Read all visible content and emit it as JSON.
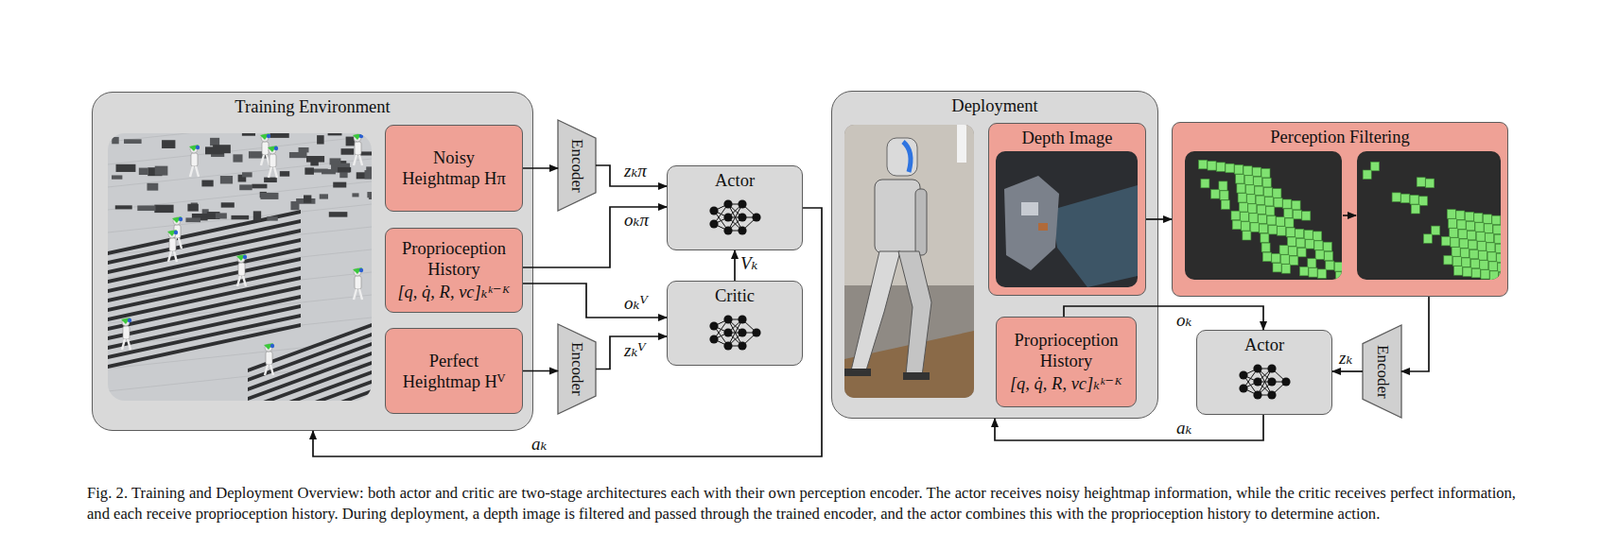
{
  "diagram": {
    "caption": "Fig. 2. Training and Deployment Overview: both actor and critic are two-stage architectures each with their own perception encoder. The actor receives noisy heightmap information, while the critic receives perfect information, and each receive proprioception history. During deployment, a depth image is filtered and passed through the trained encoder, and the actor combines this with the proprioception history to determine action.",
    "nodes": [
      {
        "text": [
          "Training Environment"
        ]
      },
      {
        "text": [
          "Noisy Heightmap Hπ"
        ],
        "in": 0
      },
      {
        "text": [
          "Proprioception History",
          "[q, q̇, R, vc]ₖᵏ⁻ᴷ"
        ],
        "in": 0
      },
      {
        "text": [
          "Perfect Heightmap Hⱽ"
        ],
        "in": 0
      },
      {
        "text": [
          "Encoder"
        ]
      },
      {
        "text": [
          "Encoder"
        ]
      },
      {
        "text": [
          "Actor"
        ]
      },
      {
        "text": [
          "Critic"
        ]
      },
      {
        "text": [
          "Deployment"
        ]
      },
      {
        "text": [
          "Depth Image"
        ],
        "in": 8
      },
      {
        "text": [
          "Proprioception History",
          "[q, q̇, R, vc]ₖᵏ⁻ᴷ"
        ],
        "in": 8
      },
      {
        "text": [
          "Perception Filtering"
        ]
      },
      {
        "text": [
          "Actor"
        ]
      },
      {
        "text": [
          "Encoder"
        ]
      }
    ],
    "edges": [
      {
        "from": 1,
        "to": 4,
        "arrow": "to"
      },
      {
        "from": 4,
        "to": 6,
        "label": "zₖπ",
        "arrow": "to"
      },
      {
        "from": 2,
        "to": 6,
        "label": "oₖπ",
        "arrow": "to"
      },
      {
        "from": 2,
        "to": 7,
        "label": "oₖⱽ",
        "arrow": "to"
      },
      {
        "from": 3,
        "to": 5,
        "arrow": "to"
      },
      {
        "from": 5,
        "to": 7,
        "label": "zₖⱽ",
        "arrow": "to"
      },
      {
        "from": 7,
        "to": 6,
        "label": "Vₖ",
        "arrow": "to"
      },
      {
        "from": 6,
        "to": 0,
        "label": "aₖ",
        "arrow": "to"
      },
      {
        "from": 9,
        "to": 11,
        "arrow": "to"
      },
      {
        "from": 11,
        "to": 13,
        "arrow": "to"
      },
      {
        "from": 13,
        "to": 12,
        "label": "zₖ",
        "arrow": "to"
      },
      {
        "from": 10,
        "to": 12,
        "label": "oₖ",
        "arrow": "to"
      },
      {
        "from": 12,
        "to": 8,
        "label": "aₖ",
        "arrow": "to"
      }
    ]
  }
}
